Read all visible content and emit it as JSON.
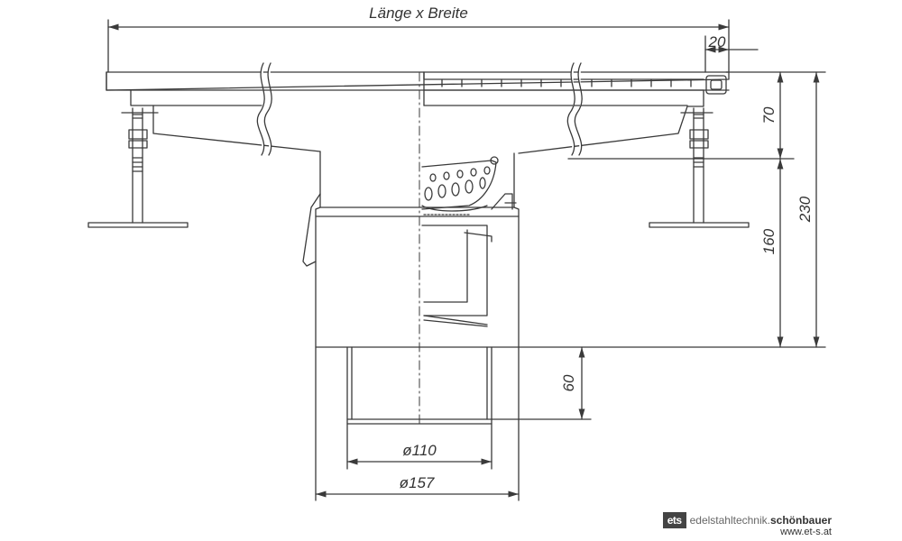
{
  "dimensions": {
    "overall": "Länge x Breite",
    "edge": "20",
    "grate_height": "70",
    "total_height": "230",
    "body_height": "160",
    "outlet_height": "60",
    "outlet_inner_diameter": "ø110",
    "body_diameter": "ø157"
  },
  "brand": {
    "logo": "ets",
    "company_light": "edelstahltechnik.",
    "company_bold": "schönbauer",
    "website": "www.et-s.at"
  }
}
